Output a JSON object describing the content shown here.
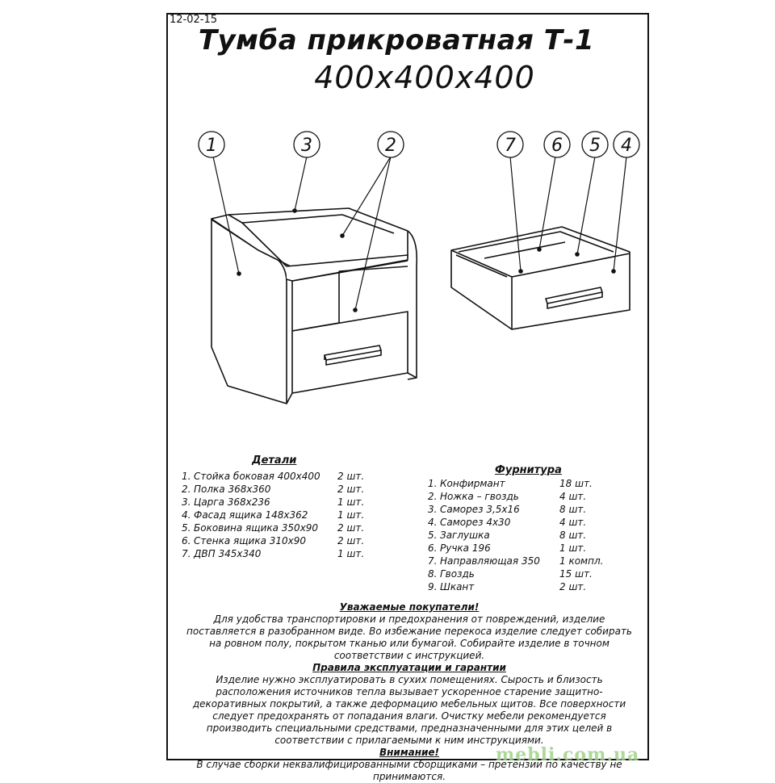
{
  "header": {
    "code": "12-02-15",
    "title": "Тумба прикроватная Т-1",
    "dimensions": "400x400x400"
  },
  "callouts": [
    "1",
    "3",
    "2",
    "7",
    "6",
    "5",
    "4"
  ],
  "details": {
    "title": "Детали",
    "items": [
      {
        "num": "1.",
        "name": "Стойка боковая 400x400",
        "qty": "2 шт."
      },
      {
        "num": "2.",
        "name": "Полка 368x360",
        "qty": "2 шт."
      },
      {
        "num": "3.",
        "name": "Царга 368x236",
        "qty": "1 шт."
      },
      {
        "num": "4.",
        "name": "Фасад ящика 148x362",
        "qty": "1 шт."
      },
      {
        "num": "5.",
        "name": "Боковина ящика 350x90",
        "qty": "2 шт."
      },
      {
        "num": "6.",
        "name": "Стенка ящика 310x90",
        "qty": "2 шт."
      },
      {
        "num": "7.",
        "name": "ДВП 345x340",
        "qty": "1 шт."
      }
    ]
  },
  "hardware": {
    "title": "Фурнитура",
    "items": [
      {
        "num": "1.",
        "name": "Конфирмант",
        "qty": "18 шт."
      },
      {
        "num": "2.",
        "name": "Ножка – гвоздь",
        "qty": "4 шт."
      },
      {
        "num": "3.",
        "name": "Саморез 3,5x16",
        "qty": "8 шт."
      },
      {
        "num": "4.",
        "name": "Саморез 4x30",
        "qty": "4 шт."
      },
      {
        "num": "5.",
        "name": "Заглушка",
        "qty": "8 шт."
      },
      {
        "num": "6.",
        "name": "Ручка 196",
        "qty": "1 шт."
      },
      {
        "num": "7.",
        "name": "Направляющая 350",
        "qty": "1 компл."
      },
      {
        "num": "8.",
        "name": "Гвоздь",
        "qty": "15 шт."
      },
      {
        "num": "9.",
        "name": "Шкант",
        "qty": "2 шт."
      }
    ]
  },
  "notice": {
    "customers_title": "Уважаемые покупатели!",
    "customers_text": "Для удобства транспортировки и предохранения от повреждений, изделие поставляется в разобранном виде. Во избежание перекоса изделие следует собирать на ровном полу, покрытом тканью или бумагой. Собирайте изделие в точном соответствии с инструкцией.",
    "rules_title": "Правила эксплуатации и гарантии",
    "rules_text": "Изделие нужно эксплуатировать в сухих помещениях. Сырость и близость расположения источников тепла вызывает ускоренное старение защитно-декоративных покрытий, а также деформацию мебельных щитов. Все поверхности следует предохранять от попадания влаги. Очистку мебели рекомендуется производить специальными средствами, предназначенными для этих целей в соответствии с прилагаемыми к ним инструкциями.",
    "attention_title": "Внимание!",
    "attention_text": "В случае сборки неквалифицированными сборщиками – претензии по качеству не принимаются."
  },
  "watermark": "mebli.com.ua"
}
